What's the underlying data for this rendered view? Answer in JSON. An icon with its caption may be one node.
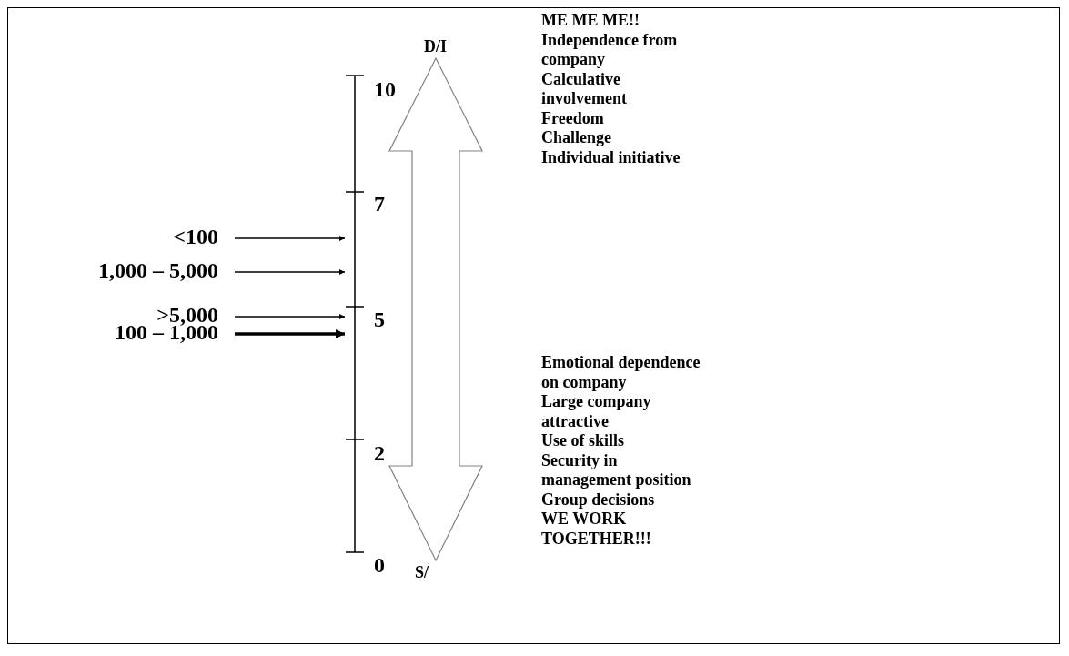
{
  "diagram": {
    "nodes": [
      {
        "text": [
          "D/I"
        ]
      },
      {
        "text": [
          "<100"
        ]
      },
      {
        "text": [
          "1,000 – 5,000"
        ]
      },
      {
        "text": [
          ">5,000"
        ]
      },
      {
        "text": [
          "100 – 1,000"
        ]
      },
      {
        "text": [
          "S/"
        ]
      },
      {
        "text": [],
        "shape": "bar"
      }
    ],
    "edges": [
      {
        "from": 0,
        "to": 5,
        "arrow": "both"
      },
      {
        "from": 1,
        "to": 6,
        "arrow": "to"
      },
      {
        "from": 2,
        "to": 6,
        "arrow": "to"
      },
      {
        "from": 3,
        "to": 6,
        "arrow": "to"
      },
      {
        "from": 4,
        "to": 6,
        "arrow": "to",
        "style": "thick"
      }
    ],
    "labels": [
      "ME ME ME!!",
      "Independence from company",
      "Calculative involvement",
      "Freedom",
      "Challenge",
      "Individual initiative",
      "10",
      "7",
      "5",
      "2",
      "0",
      "Emotional dependence on company",
      "Large company attractive",
      "Use of skills",
      "Security in management position",
      "Group decisions",
      "WE WORK TOGETHER!!!"
    ]
  }
}
